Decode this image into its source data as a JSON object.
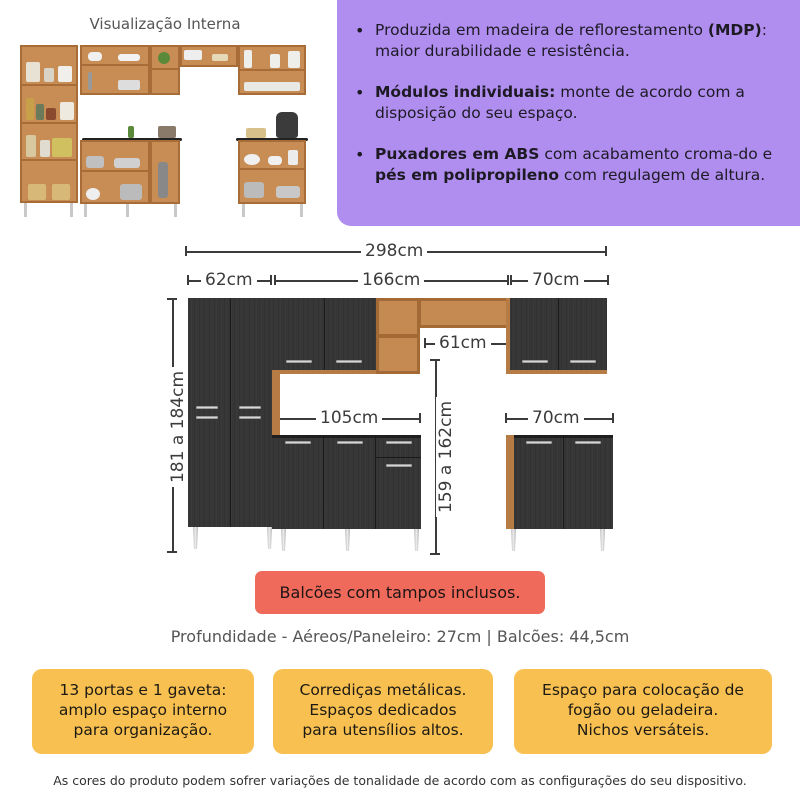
{
  "photo": {
    "title": "Visualização Interna"
  },
  "features": [
    {
      "bold_prefix": "",
      "text_before": "Produzida em madeira de reflorestamento ",
      "bold": "(MDP)",
      "text_after": ": maior durabilidade e resistência."
    },
    {
      "bold": "Módulos individuais:",
      "text_after": " monte de acordo com a disposição do seu espaço."
    },
    {
      "bold": "Puxadores em ABS",
      "text_mid": " com acabamento croma-do e ",
      "bold2": "pés em polipropileno",
      "text_after": " com regulagem de altura."
    }
  ],
  "dimensions": {
    "total_width": "298cm",
    "paneleiro_width": "62cm",
    "aereo_center_width": "166cm",
    "aereo_right_width": "70cm",
    "niche_gap": "61cm",
    "balcao_left_width": "105cm",
    "balcao_right_width": "70cm",
    "paneleiro_height": "181 a 184cm",
    "aereo_height": "159 a 162cm"
  },
  "badge": {
    "text": "Balcões com tampos inclusos.",
    "color": "#f06a5c"
  },
  "depth_text": "Profundidade - Aéreos/Paneleiro: 27cm | Balcões: 44,5cm",
  "cards": [
    {
      "lines": [
        "13 portas e 1 gaveta:",
        "amplo espaço interno",
        "para organização."
      ]
    },
    {
      "lines": [
        "Corrediças metálicas.",
        "Espaços dedicados",
        "para utensílios altos."
      ]
    },
    {
      "lines": [
        "Espaço para colocação de",
        "fogão ou geladeira.",
        "Nichos versáteis."
      ]
    }
  ],
  "disclaimer": "As cores do produto podem sofrer variações de tonalidade de acordo com as configurações do seu dispositivo.",
  "colors": {
    "purple_panel": "#b08ef0",
    "card_yellow": "#f8c050",
    "wood": "#c88d55",
    "dark_wood": "#333333"
  }
}
